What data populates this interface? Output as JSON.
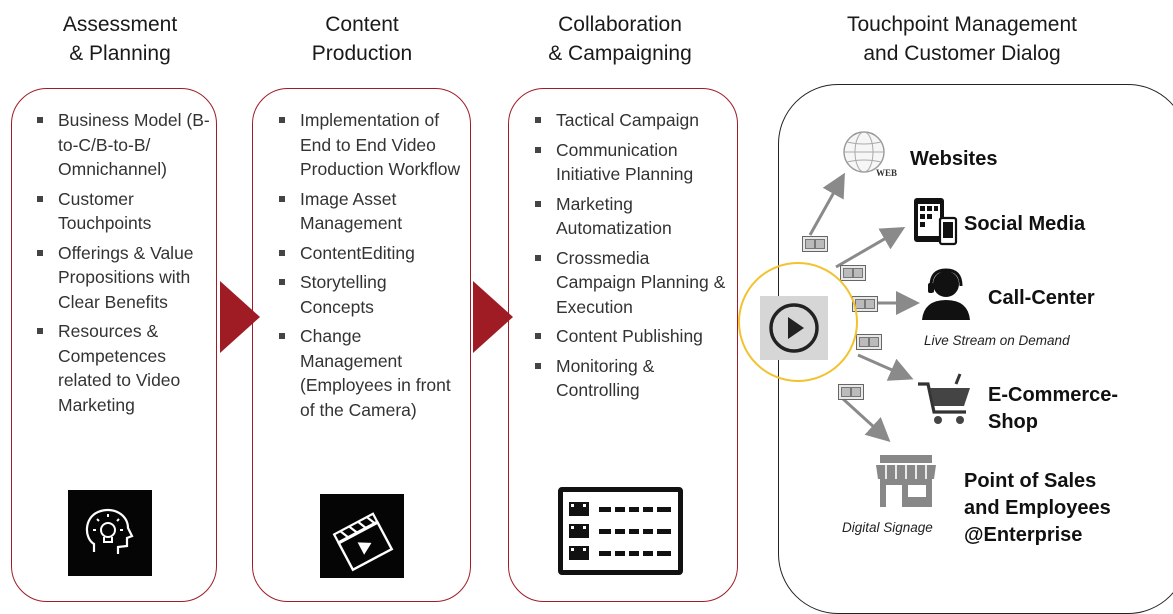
{
  "columns": [
    {
      "title": "Assessment\n& Planning",
      "items": [
        "Business Model (B-to-C/B-to-B/ Omnichannel)",
        "Customer Touchpoints",
        "Offerings & Value Propositions with Clear Benefits",
        "Resources & Competences related to Video Marketing"
      ],
      "icon": "head-lightbulb-icon"
    },
    {
      "title": "Content\nProduction",
      "items": [
        "Implementation of End to End Video Production Workflow",
        "Image Asset Management",
        "ContentEditing",
        "Storytelling Concepts",
        "Change Management (Employees in front of the Camera)"
      ],
      "icon": "clapperboard-icon"
    },
    {
      "title": "Collaboration\n& Campaigning",
      "items": [
        "Tactical Campaign",
        "Communication Initiative Planning",
        "Marketing Automatization",
        "Crossmedia Campaign Planning & Execution",
        "Content Publishing",
        "Monitoring & Controlling"
      ],
      "icon": "video-management-icon"
    }
  ],
  "touchpoints": {
    "title": "Touchpoint Management\nand Customer Dialog",
    "web_word": "WEB",
    "items": [
      {
        "label": "Websites",
        "icon": "globe-icon"
      },
      {
        "label": "Social Media",
        "icon": "tablet-phone-icon"
      },
      {
        "label": "Call-Center",
        "icon": "headset-agent-icon",
        "note": "Live Stream on Demand"
      },
      {
        "label": "E-Commerce-\nShop",
        "icon": "shopping-cart-icon"
      },
      {
        "label": "Point of Sales\nand Employees\n@Enterprise",
        "icon": "storefront-icon",
        "note": "Digital Signage"
      }
    ]
  },
  "colors": {
    "accent": "#a01c25",
    "hub_ring": "#f2c230",
    "dark": "#111111"
  }
}
